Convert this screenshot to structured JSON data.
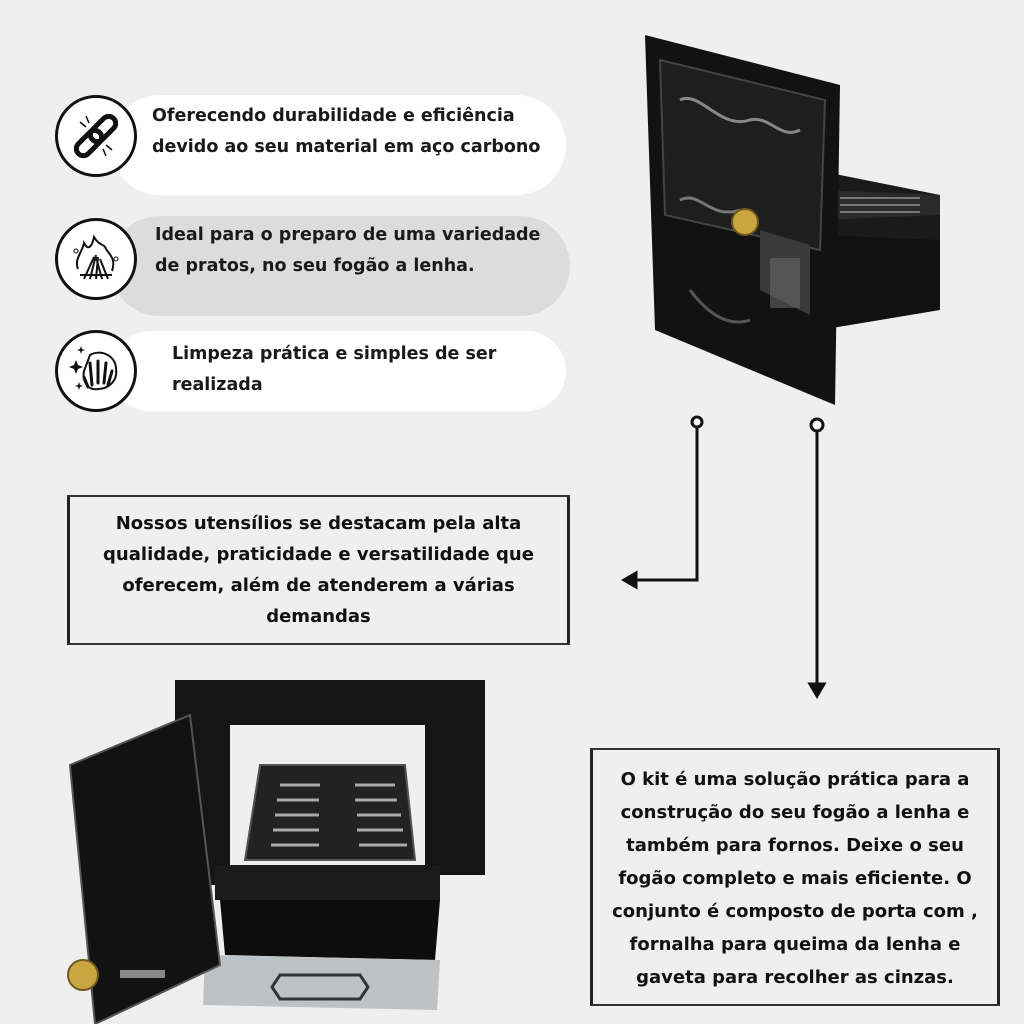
{
  "features": [
    {
      "icon": "broken-chain-icon",
      "text": "Oferecendo durabilidade e eficiência devido ao seu material em aço carbono"
    },
    {
      "icon": "campfire-icon",
      "text": "Ideal para o preparo de uma variedade de pratos, no seu fogão a lenha."
    },
    {
      "icon": "cleaning-hand-icon",
      "text": "Limpeza prática e simples de ser realizada"
    }
  ],
  "quality_text": "Nossos utensílios se destacam pela alta qualidade, praticidade e versatilidade que oferecem, além de atenderem a várias demandas",
  "kit_text": "O kit é uma solução prática para a construção do seu fogão a lenha e também para fornos. Deixe o seu fogão completo e mais eficiente. O conjunto é composto de porta com , fornalha para queima da lenha e gaveta para recolher as cinzas.",
  "colors": {
    "background": "#efefef",
    "pill_light": "#ffffff",
    "pill_grey": "#dcdcdc",
    "ink": "#111111",
    "knob": "#c9a640"
  }
}
